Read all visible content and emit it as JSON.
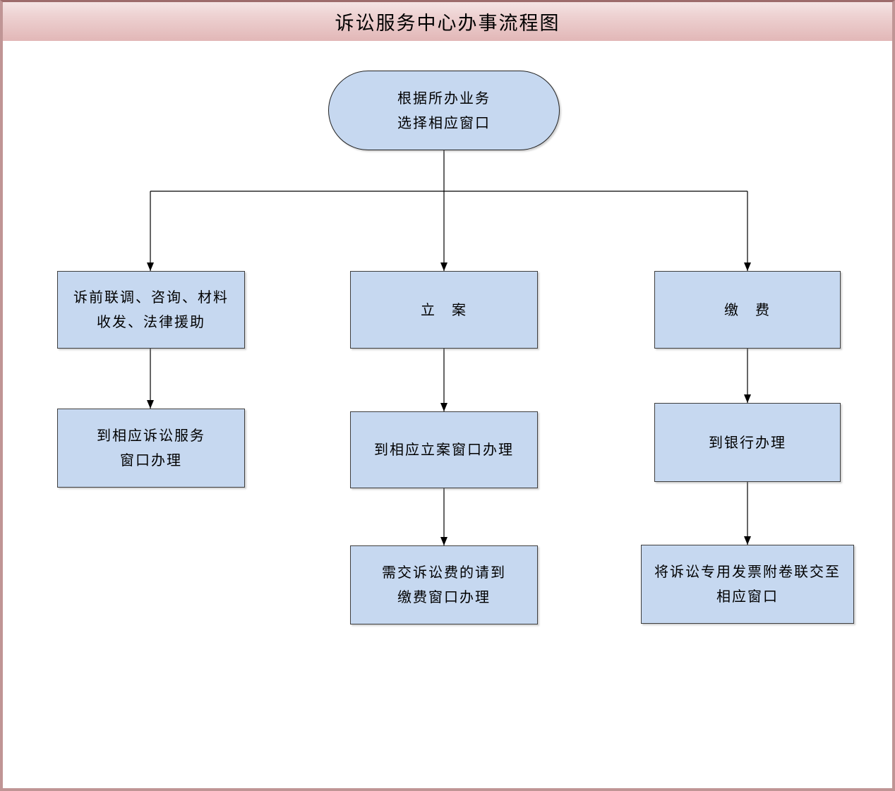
{
  "header": {
    "title": "诉讼服务中心办事流程图"
  },
  "colors": {
    "node_fill": "#c6d8f0",
    "node_border": "#3e3e3e",
    "header_gradient_top": "#f6e7e7",
    "header_gradient_bottom": "#e2b7b7",
    "page_border": "#c09595",
    "page_border_top": "#9d6b6b",
    "connector": "#000000"
  },
  "flowchart": {
    "start": {
      "shape": "stadium",
      "label": "根据所办业务\n选择相应窗口"
    },
    "columns": [
      {
        "name": "pre-litigation-services",
        "steps": [
          "诉前联调、咨询、材料\n收发、法律援助",
          "到相应诉讼服务\n窗口办理"
        ]
      },
      {
        "name": "case-filing",
        "steps": [
          "立　案",
          "到相应立案窗口办理",
          "需交诉讼费的请到\n缴费窗口办理"
        ]
      },
      {
        "name": "fee-payment",
        "steps": [
          "缴　费",
          "到银行办理",
          "将诉讼专用发票附卷联交至\n相应窗口"
        ]
      }
    ]
  }
}
